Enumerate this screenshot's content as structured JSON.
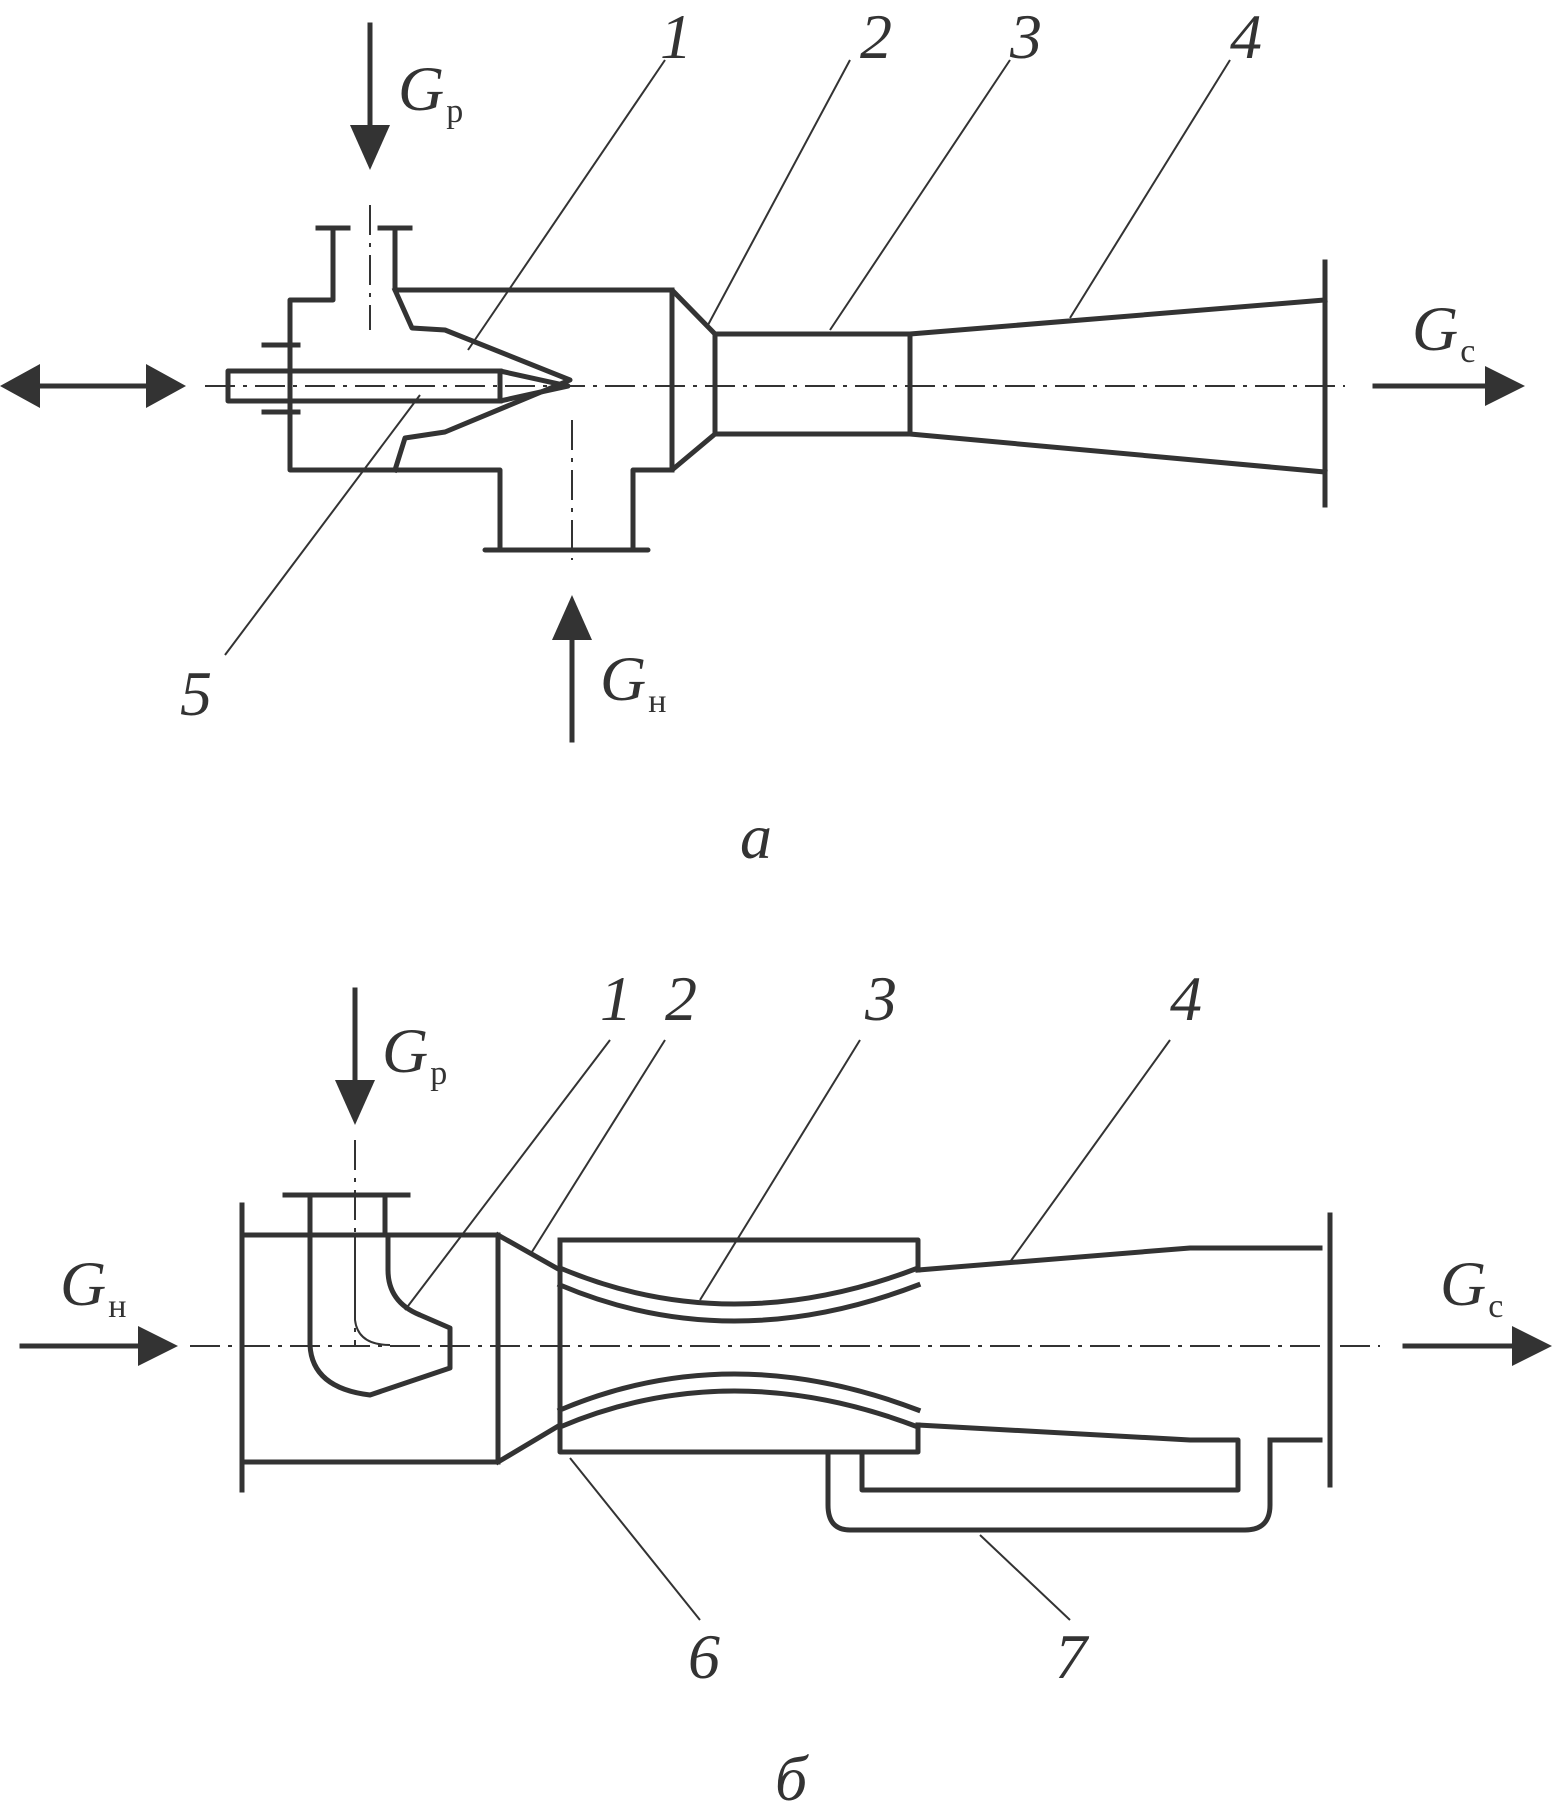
{
  "diagram_a": {
    "caption": "а",
    "callouts": [
      "1",
      "2",
      "3",
      "4",
      "5"
    ],
    "flows": {
      "working": {
        "symbol": "G",
        "sub": "р"
      },
      "injected": {
        "symbol": "G",
        "sub": "н"
      },
      "mixed": {
        "symbol": "G",
        "sub": "с"
      }
    }
  },
  "diagram_b": {
    "caption": "б",
    "callouts": [
      "1",
      "2",
      "3",
      "4",
      "6",
      "7"
    ],
    "flows": {
      "working": {
        "symbol": "G",
        "sub": "р"
      },
      "injected": {
        "symbol": "G",
        "sub": "н"
      },
      "mixed": {
        "symbol": "G",
        "sub": "с"
      }
    }
  }
}
